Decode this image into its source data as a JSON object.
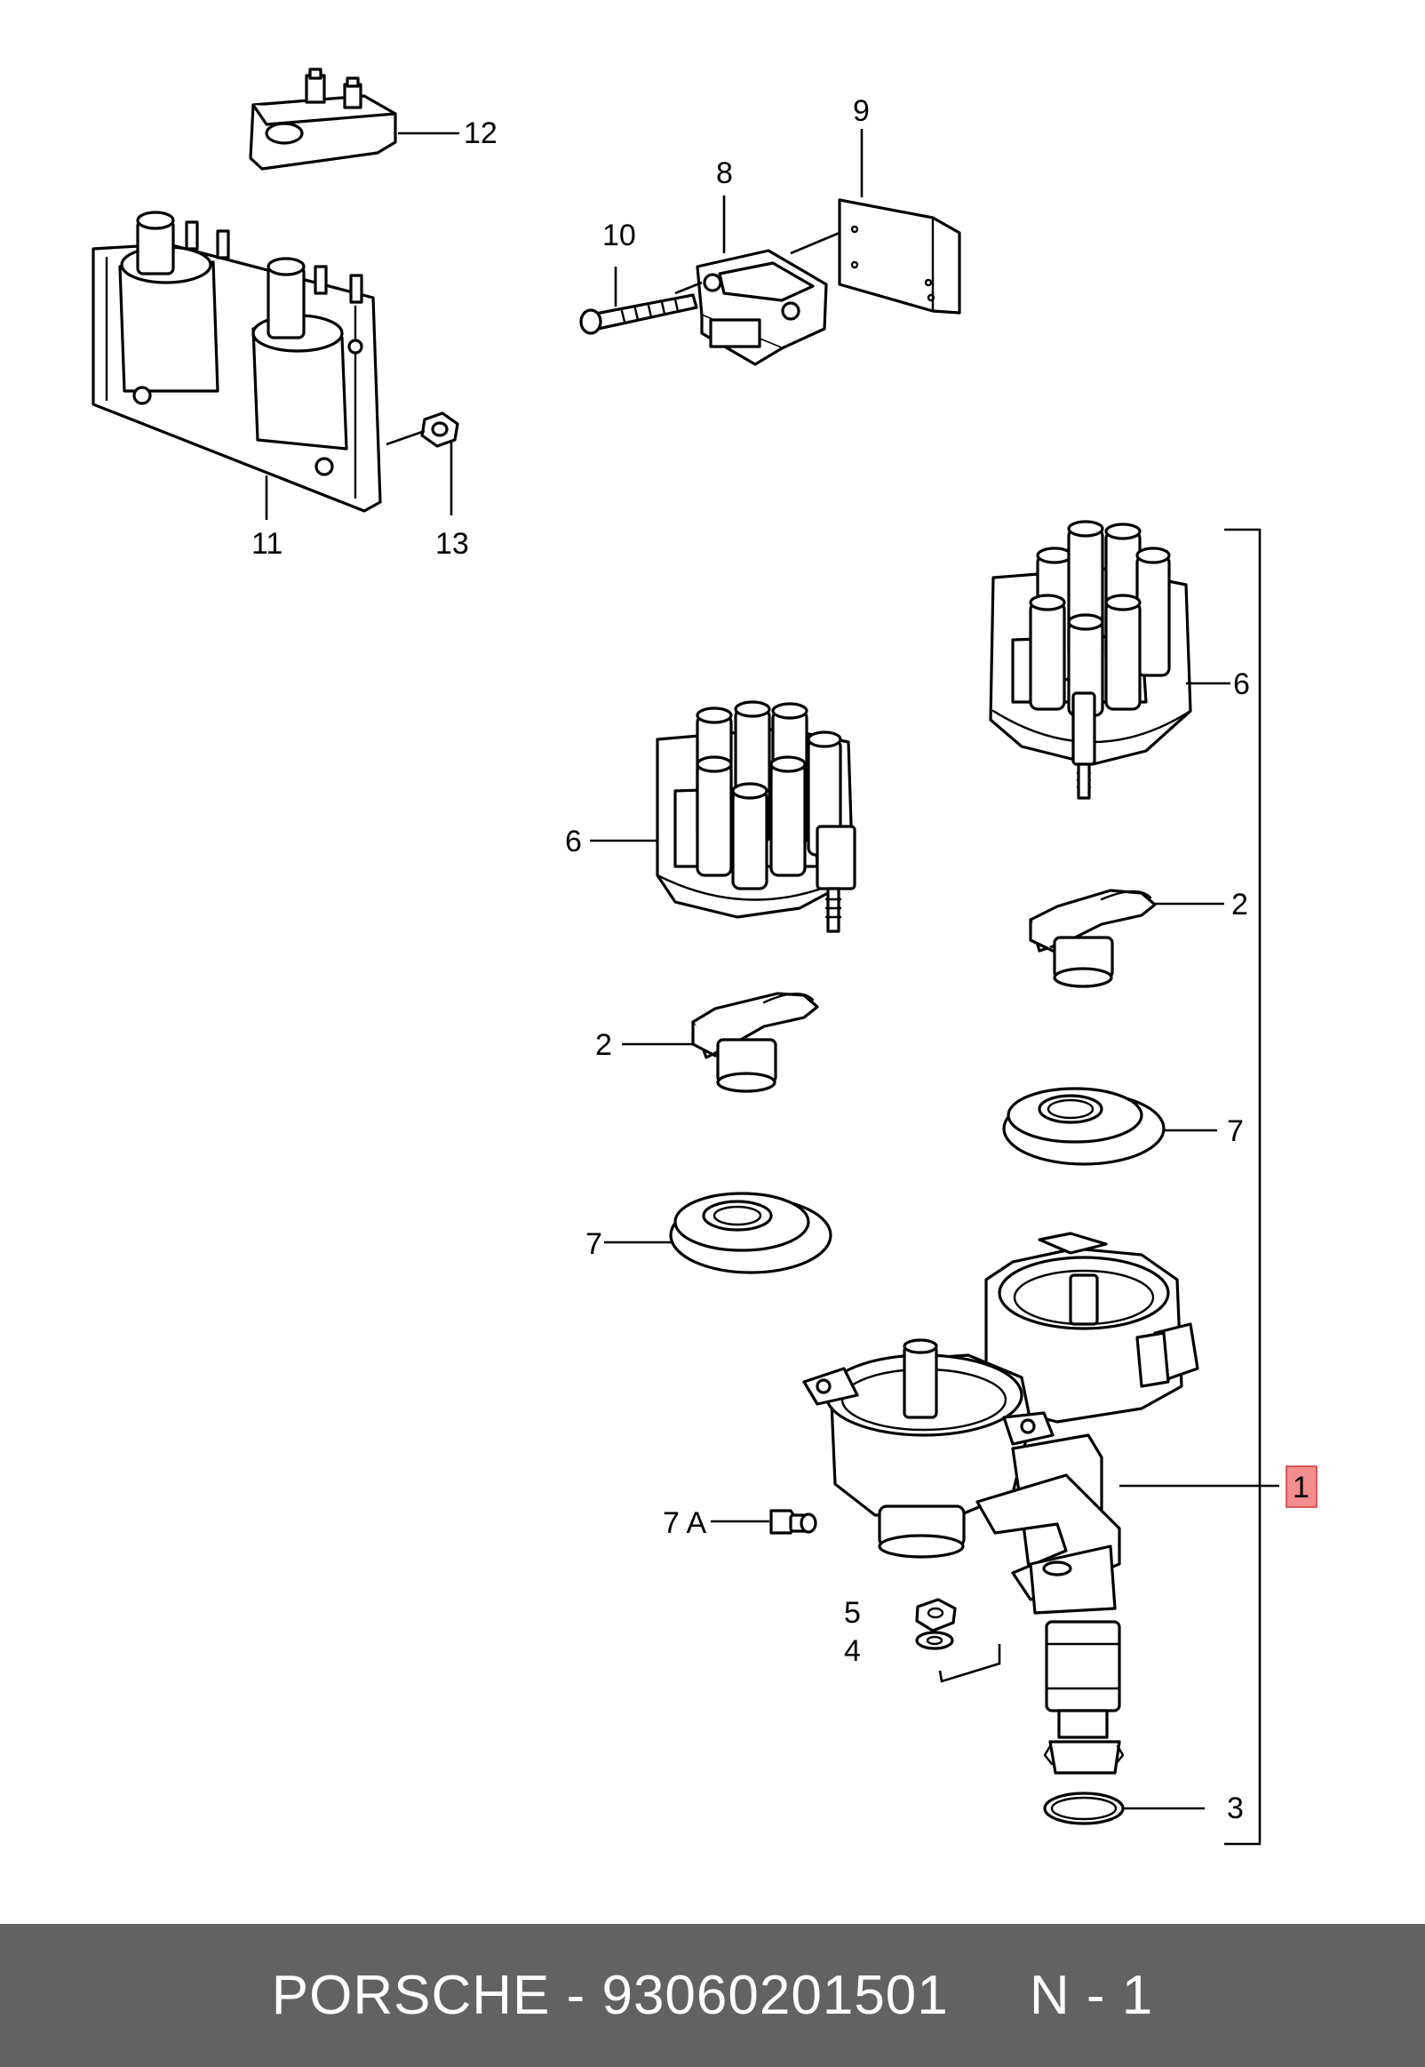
{
  "callouts": {
    "c1": "1",
    "c2a": "2",
    "c2b": "2",
    "c3": "3",
    "c4": "4",
    "c5": "5",
    "c6a": "6",
    "c6b": "6",
    "c7a": "7",
    "c7b": "7",
    "c7A": "7 A",
    "c8": "8",
    "c9": "9",
    "c10": "10",
    "c11": "11",
    "c12": "12",
    "c13": "13"
  },
  "highlight_color": "#f48d8d",
  "footer": {
    "brand": "PORSCHE",
    "separator": "-",
    "part_number": "93060201501",
    "page": "N - 1",
    "background": "#626262"
  }
}
